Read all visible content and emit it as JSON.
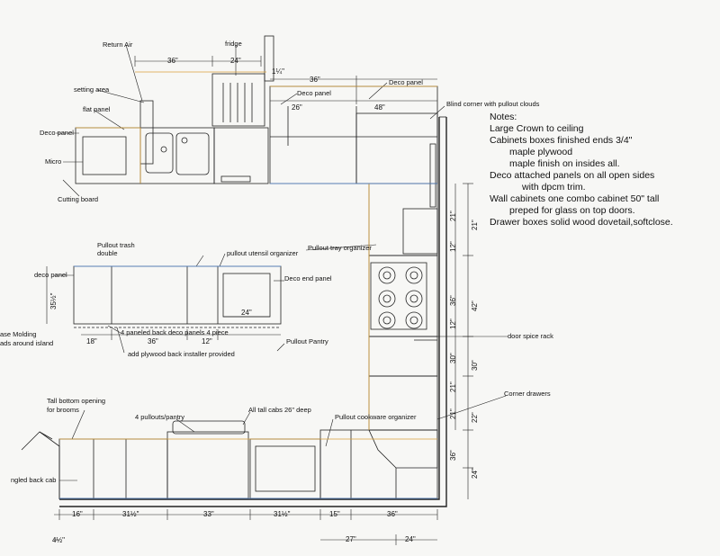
{
  "notes": {
    "title": "Notes:",
    "lines": [
      "Large Crown to ceiling",
      "Cabinets boxes finished ends 3/4\"",
      "maple plywood",
      "maple finish on insides all.",
      "Deco attached panels on all open sides",
      "with dpcm trim.",
      "Wall cabinets one combo cabinet 50\" tall",
      "preped for glass on top doors.",
      "Drawer boxes solid wood dovetail,softclose."
    ]
  },
  "labels": {
    "return_air": "Return Air",
    "fridge": "fridge",
    "setting_area": "setting area",
    "flat_panel": "flat panel",
    "deco_panel": "Deco panel",
    "micro": "Micro",
    "cutting_board": "Cutting board",
    "blind_corner": "Blind corner with pullout clouds",
    "pullout_trash": "Pullout trash\ndouble",
    "pullout_utensil": "pullout utensil organizer",
    "pullout_tray": "Pullout tray organizer",
    "deco_end_panel": "Deco end panel",
    "deco_panel_lower": "deco panel",
    "base_molding": "ase Molding",
    "around_island": "ads around island",
    "four_paneled": "4 paneled back deco panels 4 piece",
    "plywood_back": "add plywood back installer provided",
    "pullout_pantry": "Pullout Pantry",
    "door_spice": "door spice rack",
    "corner_drawers": "Corner drawers",
    "tall_bottom": "Tall bottom opening",
    "for_brooms": "for brooms",
    "four_pullouts": "4 pullouts/pantry",
    "tall_cabs": "All tall cabs 26\" deep",
    "cookware": "Pullout cookware organizer",
    "angled_back": "ngled back cab"
  },
  "dimensions": {
    "top_36": "36\"",
    "top_24": "24\"",
    "top_1_4": "1¼\"",
    "upper_36": "36\"",
    "upper_26": "26\"",
    "upper_48": "48\"",
    "island_35": "35½\"",
    "island_18": "18\"",
    "island_36": "36\"",
    "island_12": "12\"",
    "island_24": "24\"",
    "bot_16": "16\"",
    "bot_31a": "31½\"",
    "bot_33": "33\"",
    "bot_31b": "31½\"",
    "bot_15": "15\"",
    "bot_36": "36\"",
    "bot_27": "27\"",
    "bot_24": "24\"",
    "bot_4": "4½\"",
    "right_21a": "21\"",
    "right_12": "12\"",
    "right_36": "36\"",
    "right_42": "42\"",
    "right_30": "30\"",
    "right_21b": "21\"",
    "right_22": "22\"",
    "right_36b": "36\"",
    "right_24": "24\"",
    "left_21": "21\"",
    "left_12": "12\"",
    "left_30": "30\"",
    "left_21b": "21\""
  }
}
